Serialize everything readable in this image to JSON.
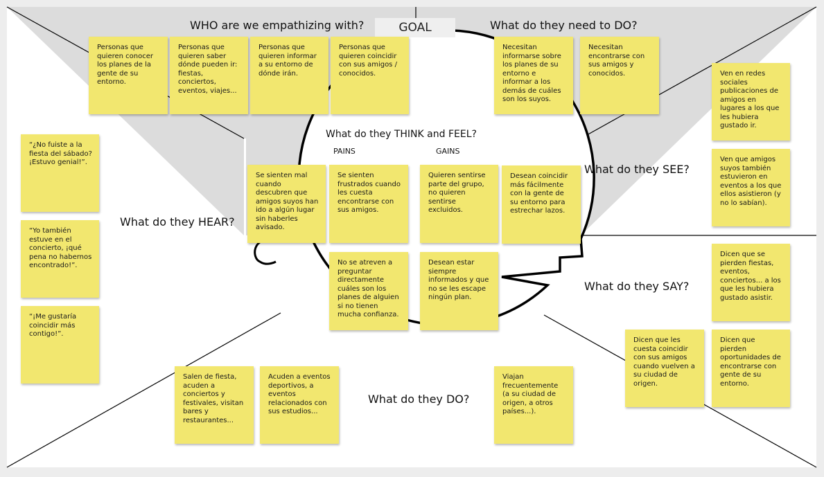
{
  "goal": "GOAL",
  "sections": {
    "who": "WHO are we empathizing with?",
    "do_need": "What do they need to DO?",
    "think_feel": "What do they THINK and FEEL?",
    "pains": "PAINS",
    "gains": "GAINS",
    "see": "What do they SEE?",
    "hear": "What do they HEAR?",
    "say": "What do they SAY?",
    "do": "What do they DO?"
  },
  "notes": {
    "who_1": "Personas que quieren conocer los planes de la gente de su entorno.",
    "who_2": "Personas que quieren saber dónde pueden ir: fiestas, conciertos, eventos, viajes...",
    "who_3": "Personas que quieren informar a su entorno de dónde irán.",
    "who_4": "Personas que quieren coincidir con sus amigos / conocidos.",
    "need_1": "Necesitan informarse sobre los planes de su entorno e informar a los demás de cuáles son los suyos.",
    "need_2": "Necesitan encontrarse con sus amigos y conocidos.",
    "see_1": "Ven en redes sociales publicaciones de amigos en lugares a los que les hubiera gustado ir.",
    "see_2": "Ven que amigos suyos también estuvieron en eventos a los que ellos asistieron (y no lo sabían).",
    "hear_1": "“¿No fuiste a la fiesta del sábado? ¡Estuvo genial!”.",
    "hear_2": "“Yo también estuve en el concierto, ¡qué pena no habernos encontrado!”.",
    "hear_3": "“¡Me gustaría coincidir más contigo!”.",
    "pain_1": "Se sienten mal cuando descubren que amigos suyos han ido a algún lugar sin haberles avisado.",
    "pain_2": "Se sienten frustrados cuando les cuesta encontrarse con sus amigos.",
    "pain_3": "No se atreven a preguntar directamente cuáles son los planes de alguien si no tienen mucha confianza.",
    "gain_1": "Quieren sentirse parte del grupo, no quieren sentirse excluidos.",
    "gain_2": "Desean coincidir más fácilmente con la gente de su entorno para estrechar lazos.",
    "gain_3": "Desean estar siempre informados y que no se les escape ningún plan.",
    "say_1": "Dicen que se pierden fiestas, eventos, conciertos... a los que les hubiera gustado asistir.",
    "say_2": "Dicen que les cuesta coincidir con sus amigos cuando vuelven a su ciudad de origen.",
    "say_3": "Dicen que pierden oportunidades de encontrarse con gente de su entorno.",
    "do_1": "Salen de fiesta, acuden a conciertos y festivales, visitan bares y restaurantes...",
    "do_2": "Acuden a eventos deportivos, a eventos relacionados con sus estudios...",
    "do_3": "Viajan frecuentemente (a su ciudad de origen, a otros países...)."
  }
}
